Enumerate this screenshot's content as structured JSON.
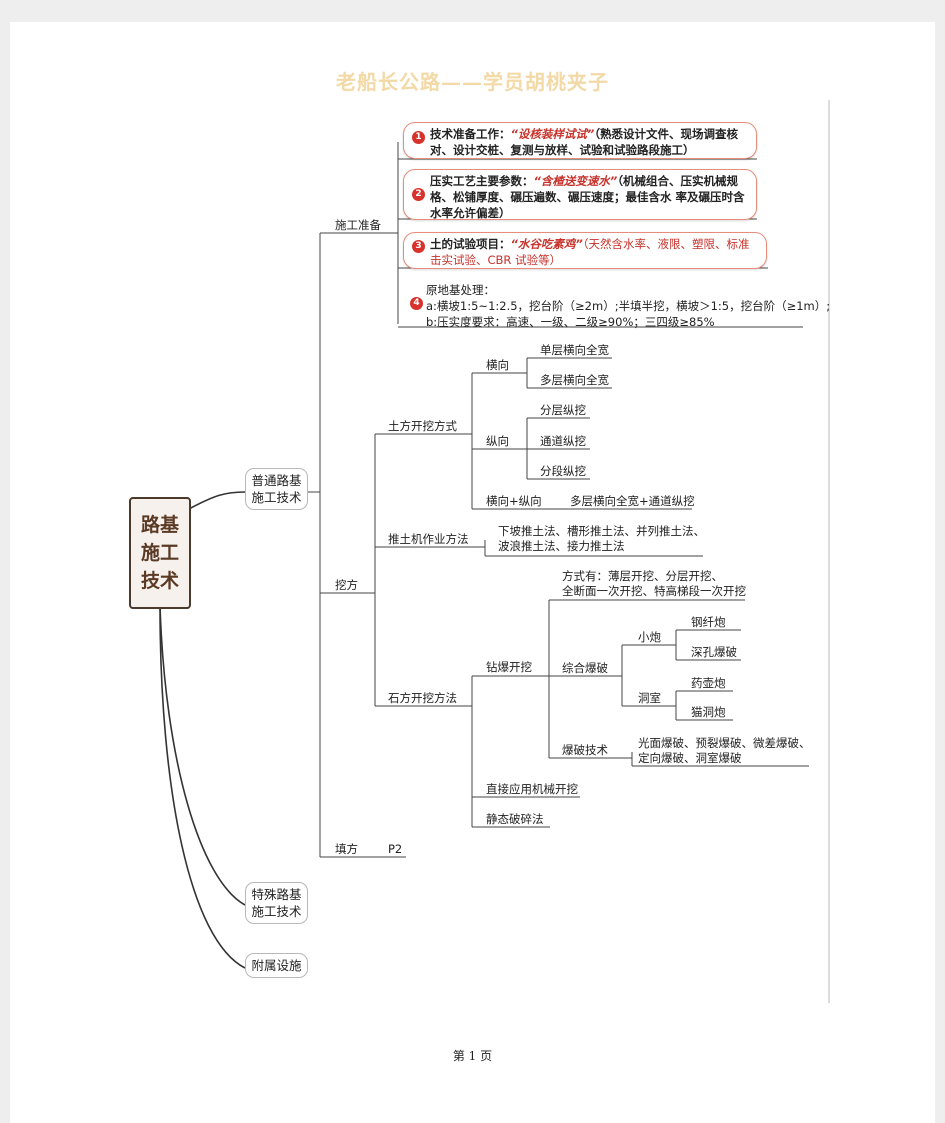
{
  "header": {
    "title": "老船长公路——学员胡桃夹子"
  },
  "root": {
    "label": "路基施工技术"
  },
  "main_branches": {
    "common": "普通路基施工技术",
    "special": "特殊路基施工技术",
    "auxiliary": "附属设施"
  },
  "construction_prep": {
    "label": "施工准备",
    "items": [
      {
        "num": "1",
        "lead": "技术准备工作：",
        "mnemonic": "“设核装样试试”",
        "rest": "（熟悉设计文件、现场调查核对、设计交桩、复测与放样、试验和试验路段施工）"
      },
      {
        "num": "2",
        "lead": "压实工艺主要参数：",
        "mnemonic": "“含楂送变速水”",
        "rest": "（机械组合、压实机械规格、松铺厚度、碾压遍数、碾压速度；最佳含水 率及碾压时含水率允许偏差）"
      },
      {
        "num": "3",
        "lead": "土的试验项目：",
        "mnemonic": "“水谷吃素鸡”",
        "rest": "（天然含水率、液限、塑限、标准击实试验、CBR 试验等）"
      },
      {
        "num": "4",
        "lines": [
          "原地基处理：",
          "a:横坡1:5~1:2.5，挖台阶（≥2m）;半填半挖，横坡＞1:5，挖台阶（≥1m）;",
          "b:压实度要求：高速、一级、二级≥90%；三四级≥85%"
        ]
      }
    ]
  },
  "excavation": {
    "label": "挖方",
    "earthwork": {
      "label": "土方开挖方式",
      "transverse": {
        "label": "横向",
        "items": [
          "单层横向全宽",
          "多层横向全宽"
        ]
      },
      "longitudinal": {
        "label": "纵向",
        "items": [
          "分层纵挖",
          "通道纵挖",
          "分段纵挖"
        ]
      },
      "mixed": {
        "label": "横向+纵向",
        "item": "多层横向全宽+通道纵挖"
      }
    },
    "bulldozer": {
      "label": "推土机作业方法",
      "desc_lines": [
        "下坡推土法、槽形推土法、并列推土法、",
        "波浪推土法、接力推土法"
      ]
    },
    "rock": {
      "label": "石方开挖方法",
      "drill_blast": {
        "label": "钻爆开挖",
        "methods_lines": [
          "方式有：薄层开挖、分层开挖、",
          "全断面一次开挖、特高梯段一次开挖"
        ],
        "combined": {
          "label": "综合爆破",
          "small": {
            "label": "小炮",
            "items": [
              "钢纤炮",
              "深孔爆破"
            ]
          },
          "chamber": {
            "label": "洞室",
            "items": [
              "药壶炮",
              "猫洞炮"
            ]
          }
        },
        "technique": {
          "label": "爆破技术",
          "desc_lines": [
            "光面爆破、预裂爆破、微差爆破、",
            "定向爆破、洞室爆破"
          ]
        }
      },
      "mechanical": "直接应用机械开挖",
      "static": "静态破碎法"
    }
  },
  "fill": {
    "label": "填方",
    "ref": "P2"
  },
  "footer": {
    "page": "第 1 页"
  },
  "colors": {
    "title": "#f2d9a6",
    "accent_red": "#c8322b",
    "box_border": "#e58d7a",
    "root_text": "#5a3a25"
  }
}
